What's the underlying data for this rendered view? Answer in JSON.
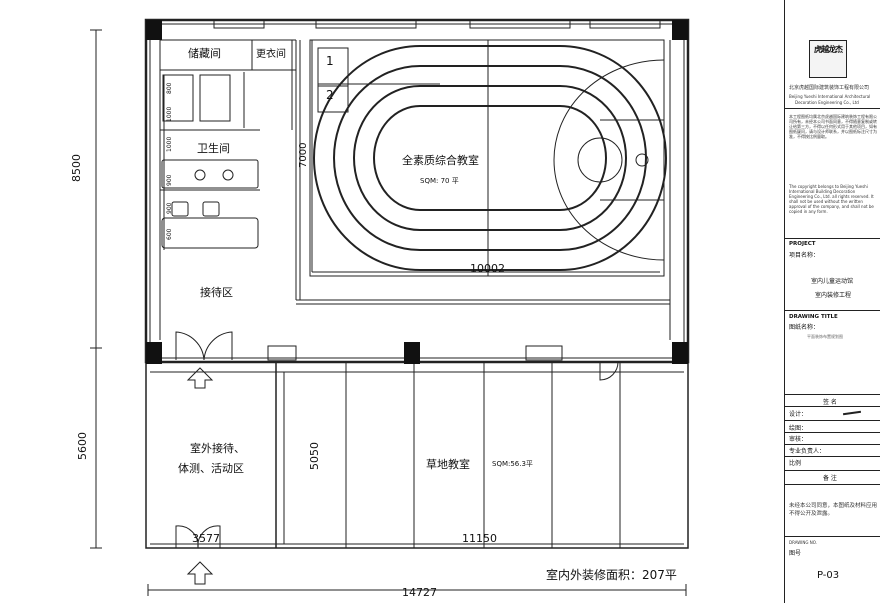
{
  "rooms": {
    "storage": "储藏间",
    "changing": "更衣间",
    "restroom": "卫生间",
    "reception": "接待区",
    "classroom": "全素质综合教室",
    "classroom_area": "SQM: 70 平",
    "outdoor_line1": "室外接待、",
    "outdoor_line2": "体测、活动区",
    "lawn": "草地教室",
    "lawn_area": "SQM:56.3平",
    "track_lane1": "1",
    "track_lane2": "2"
  },
  "dimensions": {
    "total_width": "14727",
    "indoor_height": "8500",
    "outdoor_height": "5600",
    "classroom_height": "7000",
    "classroom_width": "10002",
    "lawn_height": "5050",
    "outdoor_gate": "3577",
    "lawn_width": "11150",
    "r1": "800",
    "r2": "1000",
    "r3": "1000",
    "r4": "900",
    "r5": "900",
    "r6": "600"
  },
  "summary": {
    "total_area": "室内外装修面积：207平"
  },
  "title_block": {
    "logo_text": "虎越龙杰",
    "company_cn": "北京虎越国际建筑装饰工程有限公司",
    "company_en1": "Beijing Yueshi International Architectural",
    "company_en2": "Decoration Engineering Co., Ltd",
    "notice_cn": "本工程图纸均属北京虎越国际建筑装饰工程有限公司所有，未经本公司书面同意，不得随意复制或转让给第三方，不得以任何形式用于其他项目，如有图纸疑问，请与设计师联系，并以图纸标注尺寸为准，不得按比例量取。",
    "notice_en": "The copyright belongs to Beijing Yueshi International Building Decoration Engineering Co., Ltd. all rights reserved. It shall not be used without the written approval of the company, and shall not be copied in any form.",
    "project_label": "PROJECT",
    "project_label_cn": "项目名称：",
    "project_name1": "室内儿童运动馆",
    "project_name2": "室内装修工程",
    "drawing_title_label": "DRAWING TITLE",
    "drawing_title_label_cn": "图纸名称：",
    "drawing_title": "平面装饰布置规划图",
    "sign_header": "签  名",
    "design": "设计：",
    "drafting": "绘图：",
    "check": "审核：",
    "lead": "专业负责人：",
    "scale": "比例",
    "remarks_header": "备  注",
    "remarks": "未经本公司同意，本图纸及材料应用不得公开及泄露。",
    "drawing_no_label": "DRAWING NO.",
    "drawing_no_label_cn": "图号",
    "drawing_no": "P-03"
  }
}
